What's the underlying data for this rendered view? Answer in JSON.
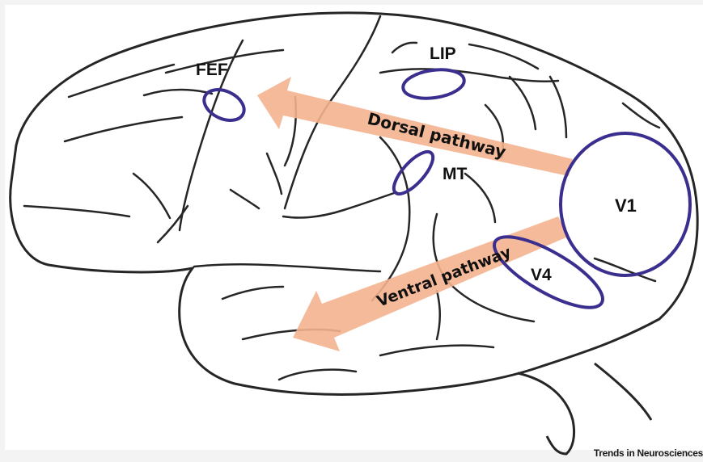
{
  "figure": {
    "credit": "Trends in Neurosciences"
  },
  "areas": {
    "fef": "FEF",
    "lip": "LIP",
    "mt": "MT",
    "v1": "V1",
    "v4": "V4"
  },
  "pathways": {
    "dorsal": "Dorsal pathway",
    "ventral": "Ventral pathway"
  },
  "colors": {
    "area_outline": "#3a2f8f",
    "pathway_arrow": "#f4b28e",
    "brain_outline": "#262626",
    "background": "#f3f3f3"
  }
}
